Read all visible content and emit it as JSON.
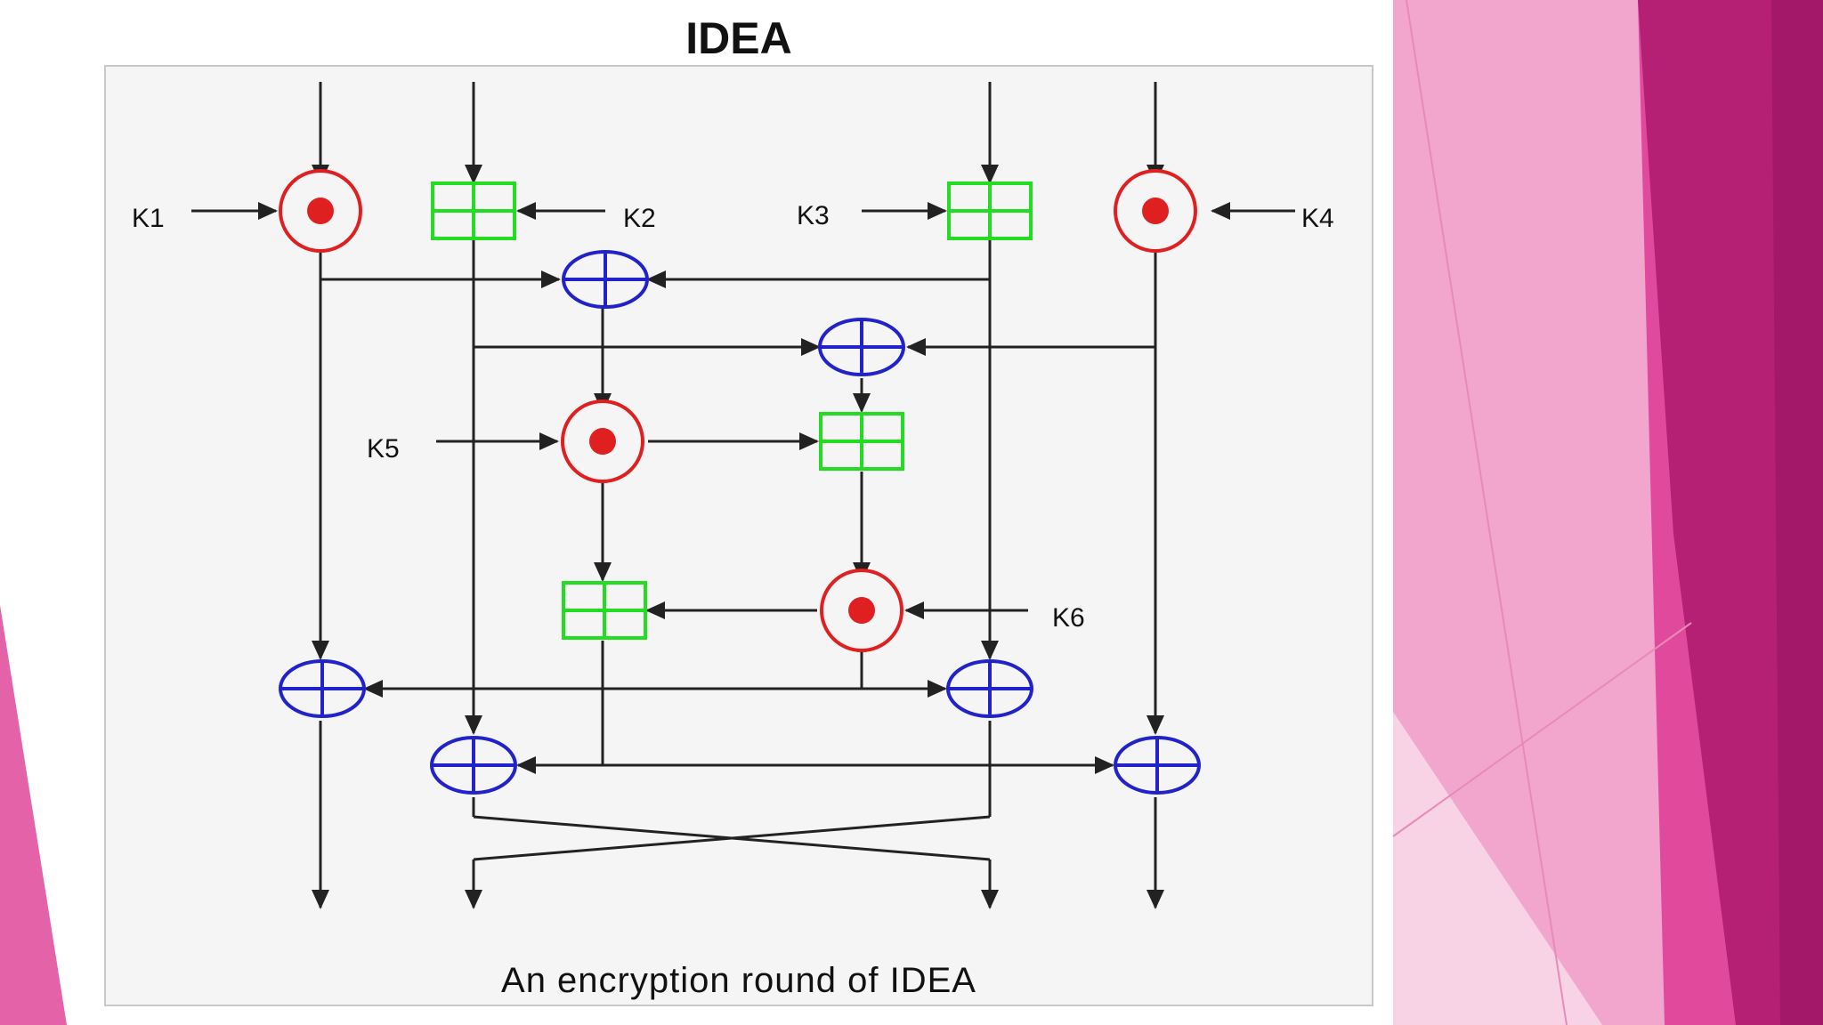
{
  "slide": {
    "title": "IDEA",
    "caption": "An encryption round of IDEA"
  },
  "diagram": {
    "key_labels": [
      "K1",
      "K2",
      "K3",
      "K4",
      "K5",
      "K6"
    ]
  },
  "colors": {
    "multiply": "#e02020",
    "add": "#22dd22",
    "xor": "#2222cc",
    "line": "#222222",
    "accent_dark": "#b51f74",
    "accent_mid": "#e0499c",
    "accent_light": "#f29ac8",
    "accent_pale": "#f8cde3"
  }
}
